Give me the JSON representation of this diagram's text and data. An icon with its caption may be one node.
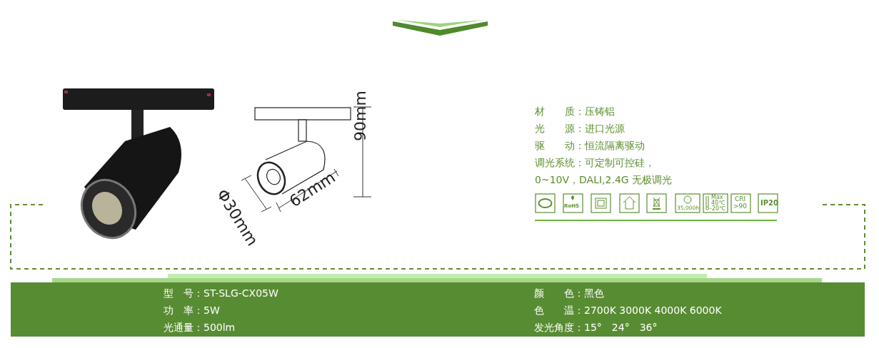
{
  "diagram": {
    "labels": [
      "材　　质：压铸铝",
      "光　　源：进口光源",
      "驱　　动：恒流隔离驱动",
      "调光系统：可定制可控硅，",
      "0~10V，DALI,2.4G 无极调光",
      "RoHS",
      "35,000h",
      "Max",
      "40℃",
      "-20℃",
      "CRI",
      ">90",
      "IP20",
      "90mm",
      "Φ30mm",
      "62mm",
      "型　号：ST-SLG-CX05W",
      "颜　　色：黑色",
      "功　率：5W",
      "色　　温：2700K 3000K 4000K 6000K",
      "光通量：500lm",
      "发光角度：15°　24°　36°"
    ]
  }
}
